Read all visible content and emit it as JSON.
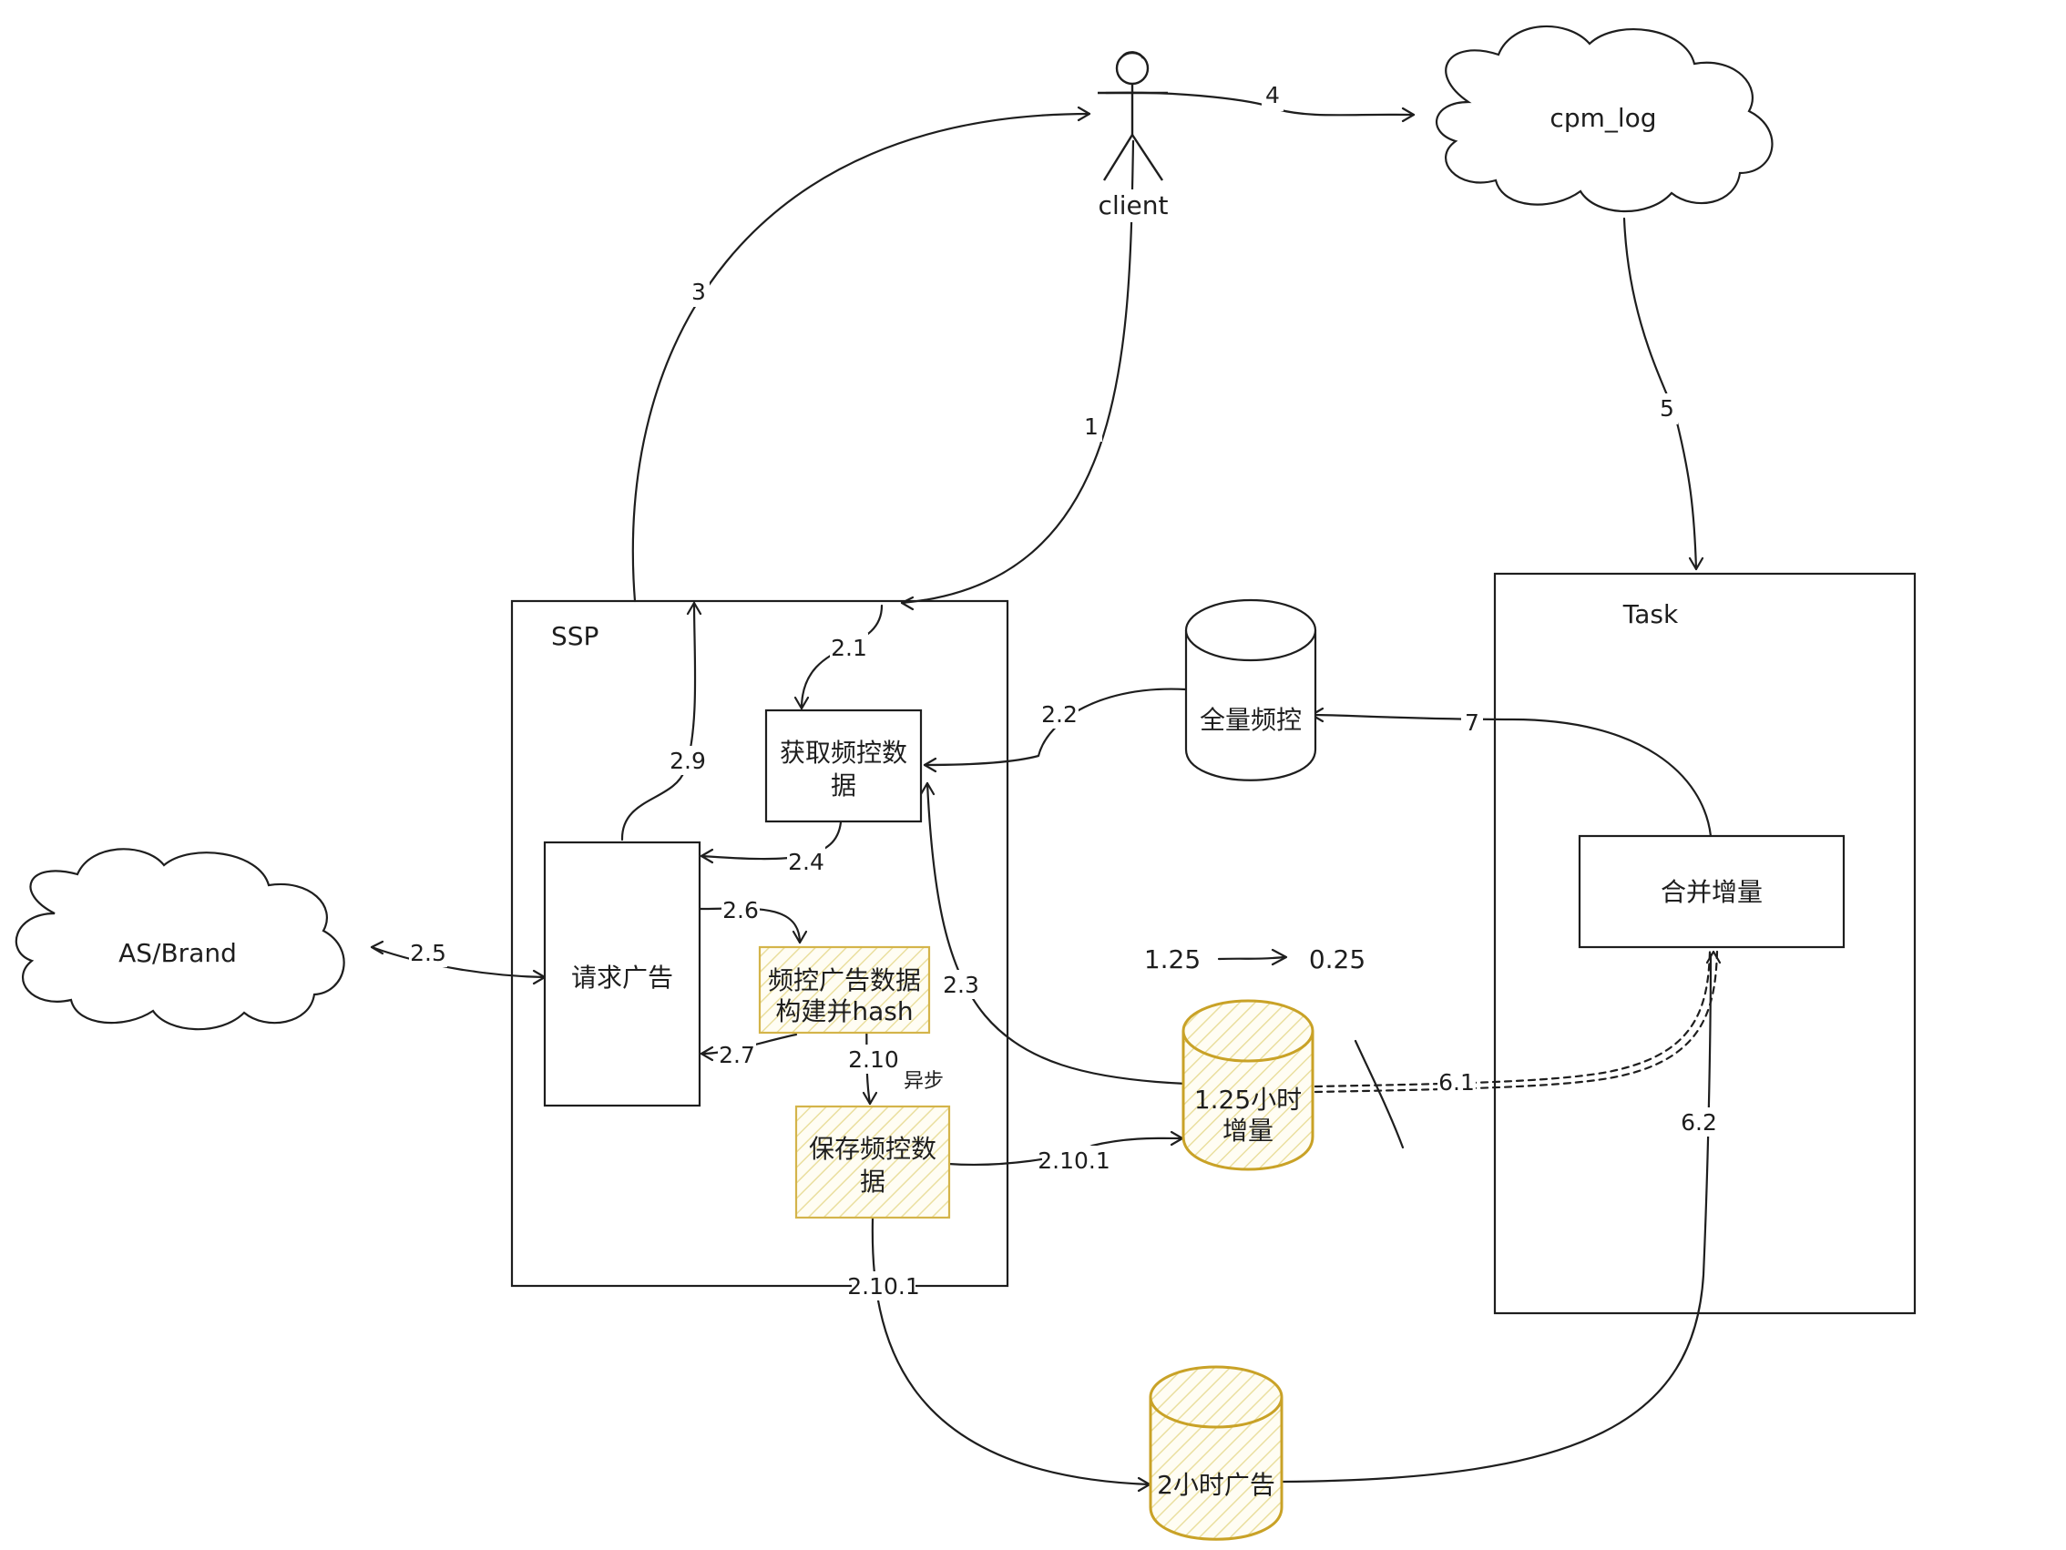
{
  "actor": {
    "label": "client"
  },
  "clouds": {
    "cpm_log": "cpm_log",
    "as_brand": "AS/Brand"
  },
  "containers": {
    "ssp": "SSP",
    "task": "Task"
  },
  "nodes": {
    "get_freq": [
      "获取频控数",
      "据"
    ],
    "request_ad": "请求广告",
    "build_hash": [
      "频控广告数据",
      "构建并hash"
    ],
    "save_freq": [
      "保存频控数",
      "据"
    ],
    "merge_inc": "合并增量",
    "full_freq": "全量频控",
    "inc_125h": [
      "1.25小时",
      "增量"
    ],
    "ad_2h": "2小时广告"
  },
  "annotation": {
    "from": "1.25",
    "to": "0.25"
  },
  "edges": {
    "e1": "1",
    "e2_1": "2.1",
    "e2_2": "2.2",
    "e2_3": "2.3",
    "e2_4": "2.4",
    "e2_5": "2.5",
    "e2_6": "2.6",
    "e2_7": "2.7",
    "e2_9": "2.9",
    "e2_10": "2.10",
    "e2_10_note": "异步",
    "e2_10_1a": "2.10.1",
    "e2_10_1b": "2.10.1",
    "e3": "3",
    "e4": "4",
    "e5": "5",
    "e6_1": "6.1",
    "e6_2": "6.2",
    "e7": "7"
  }
}
